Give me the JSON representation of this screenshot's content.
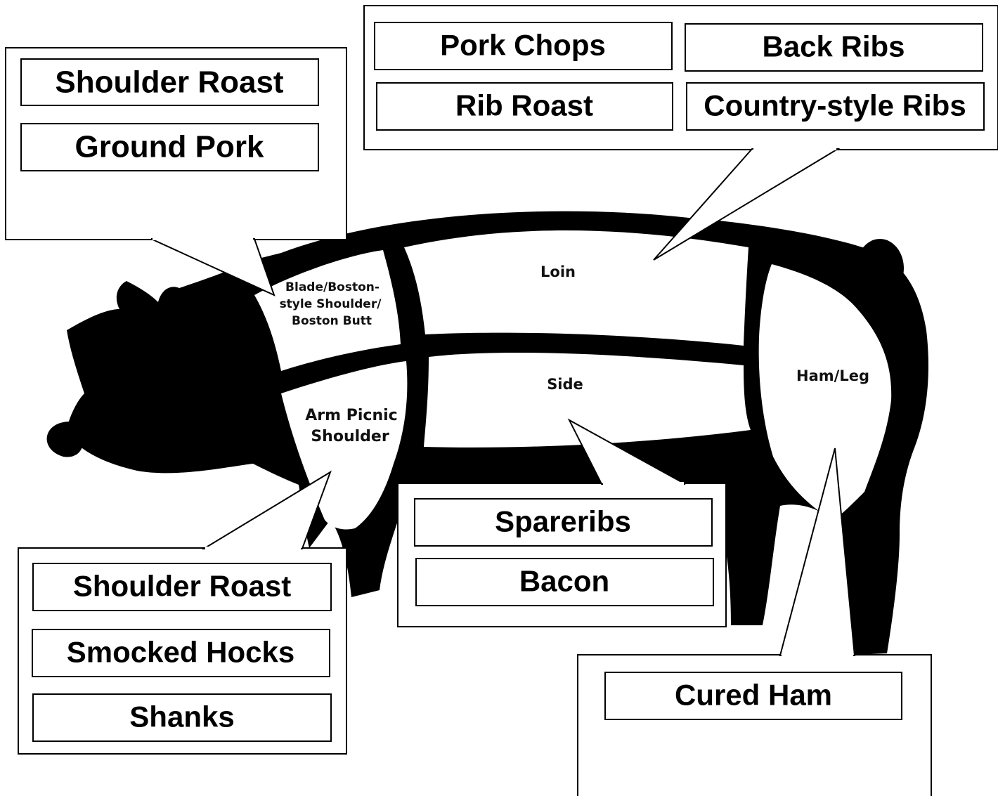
{
  "colors": {
    "silhouette": "#000000",
    "region_fill": "#ffffff",
    "box_border": "#000000"
  },
  "pig_regions": {
    "blade": [
      "Blade/Boston-",
      "style Shoulder/",
      "Boston Butt"
    ],
    "loin": "Loin",
    "side": "Side",
    "ham": "Ham/Leg",
    "picnic": [
      "Arm Picnic",
      "Shoulder"
    ]
  },
  "callouts": {
    "shoulder_top": {
      "items": [
        "Shoulder Roast",
        "Ground Pork"
      ]
    },
    "loin_top": {
      "items": [
        "Pork Chops",
        "Back Ribs",
        "Rib Roast",
        "Country-style Ribs"
      ]
    },
    "picnic_bottom": {
      "items": [
        "Shoulder Roast",
        "Smocked Hocks",
        "Shanks"
      ]
    },
    "side_bottom": {
      "items": [
        "Spareribs",
        "Bacon"
      ]
    },
    "ham_bottom": {
      "items": [
        "Cured Ham"
      ]
    }
  }
}
